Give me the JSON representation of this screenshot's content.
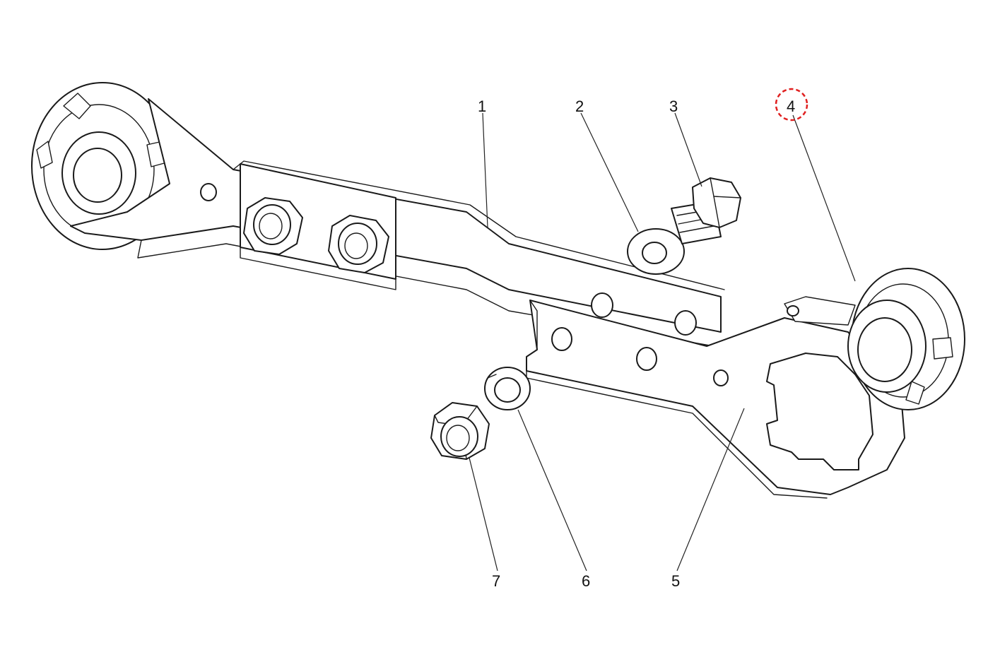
{
  "callouts": [
    {
      "id": "1",
      "label": "1"
    },
    {
      "id": "2",
      "label": "2"
    },
    {
      "id": "3",
      "label": "3"
    },
    {
      "id": "4",
      "label": "4"
    },
    {
      "id": "5",
      "label": "5"
    },
    {
      "id": "6",
      "label": "6"
    },
    {
      "id": "7",
      "label": "7"
    }
  ],
  "highlight": {
    "target_callout": "4",
    "color": "#e02020"
  },
  "colors": {
    "line": "#1a1a1a",
    "fill": "#ffffff",
    "background": "#ffffff"
  }
}
